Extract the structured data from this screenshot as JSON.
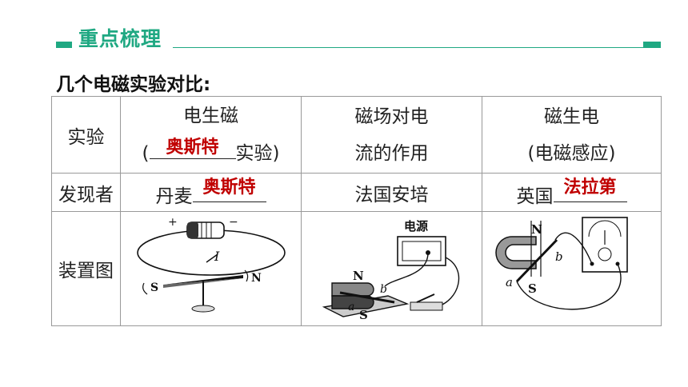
{
  "header": {
    "title": "重点梳理"
  },
  "intro": "几个电磁实验对比:",
  "rows": {
    "experiment": {
      "label": "实验",
      "col1_line1": "电生磁",
      "col1_open": "(",
      "col1_answer": "奥斯特",
      "col1_close": "实验)",
      "col2_line1": "磁场对电",
      "col2_line2": "流的作用",
      "col3_line1": "磁生电",
      "col3_line2": "(电磁感应)"
    },
    "discoverer": {
      "label": "发现者",
      "col1_prefix": "丹麦",
      "col1_answer": "奥斯特",
      "col2": "法国安培",
      "col3_prefix": "英国",
      "col3_answer": "法拉第"
    },
    "diagram": {
      "label": "装置图",
      "oersted": {
        "plus": "+",
        "minus": "−",
        "current": "I",
        "s": "S",
        "n": "N"
      },
      "motor": {
        "power": "电源",
        "n": "N",
        "s": "S",
        "a": "a",
        "b": "b"
      },
      "induction": {
        "n": "N",
        "s": "S",
        "a": "a",
        "b": "b"
      }
    }
  },
  "colors": {
    "accent": "#1fa882",
    "answer": "#c00000"
  }
}
